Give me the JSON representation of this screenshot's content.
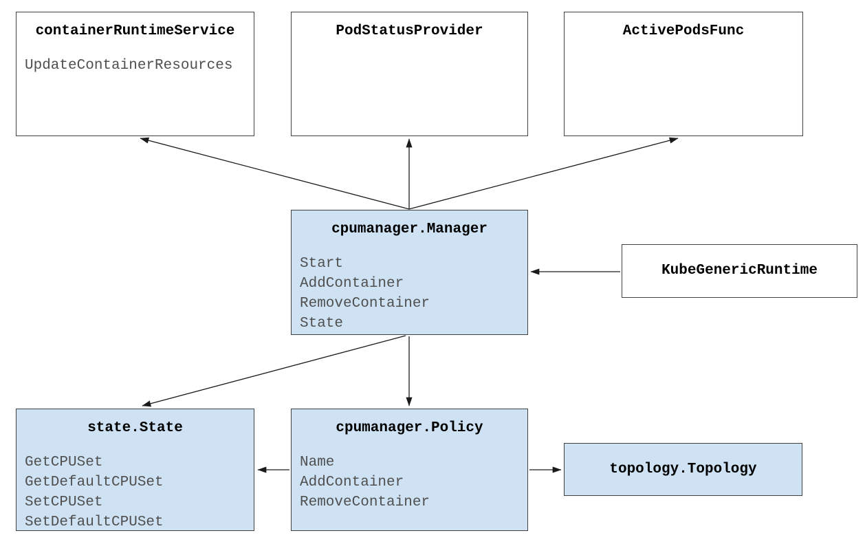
{
  "diagram": {
    "description": "CPU Manager architecture diagram",
    "colors": {
      "highlight_fill": "#cfe2f3",
      "plain_fill": "#ffffff",
      "border": "#404040",
      "title_text": "#000000",
      "member_text": "#4f4f4f",
      "arrow": "#1a1a1a",
      "background": "#ffffff"
    },
    "nodes": {
      "containerRuntimeService": {
        "title": "containerRuntimeService",
        "members": [
          "UpdateContainerResources"
        ],
        "highlighted": false
      },
      "podStatusProvider": {
        "title": "PodStatusProvider",
        "members": [],
        "highlighted": false
      },
      "activePodsFunc": {
        "title": "ActivePodsFunc",
        "members": [],
        "highlighted": false
      },
      "cpumanagerManager": {
        "title": "cpumanager.Manager",
        "members": [
          "Start",
          "AddContainer",
          "RemoveContainer",
          "State"
        ],
        "highlighted": true
      },
      "kubeGenericRuntime": {
        "title": "KubeGenericRuntime",
        "members": [],
        "highlighted": false
      },
      "stateState": {
        "title": "state.State",
        "members": [
          "GetCPUSet",
          "GetDefaultCPUSet",
          "SetCPUSet",
          "SetDefaultCPUSet"
        ],
        "highlighted": true
      },
      "cpumanagerPolicy": {
        "title": "cpumanager.Policy",
        "members": [
          "Name",
          "AddContainer",
          "RemoveContainer"
        ],
        "highlighted": true
      },
      "topologyTopology": {
        "title": "topology.Topology",
        "members": [],
        "highlighted": true
      }
    },
    "edges": [
      {
        "from": "cpumanager.Manager",
        "to": "containerRuntimeService"
      },
      {
        "from": "cpumanager.Manager",
        "to": "PodStatusProvider"
      },
      {
        "from": "cpumanager.Manager",
        "to": "ActivePodsFunc"
      },
      {
        "from": "KubeGenericRuntime",
        "to": "cpumanager.Manager"
      },
      {
        "from": "cpumanager.Manager",
        "to": "state.State"
      },
      {
        "from": "cpumanager.Manager",
        "to": "cpumanager.Policy"
      },
      {
        "from": "cpumanager.Policy",
        "to": "state.State"
      },
      {
        "from": "cpumanager.Policy",
        "to": "topology.Topology"
      }
    ]
  }
}
